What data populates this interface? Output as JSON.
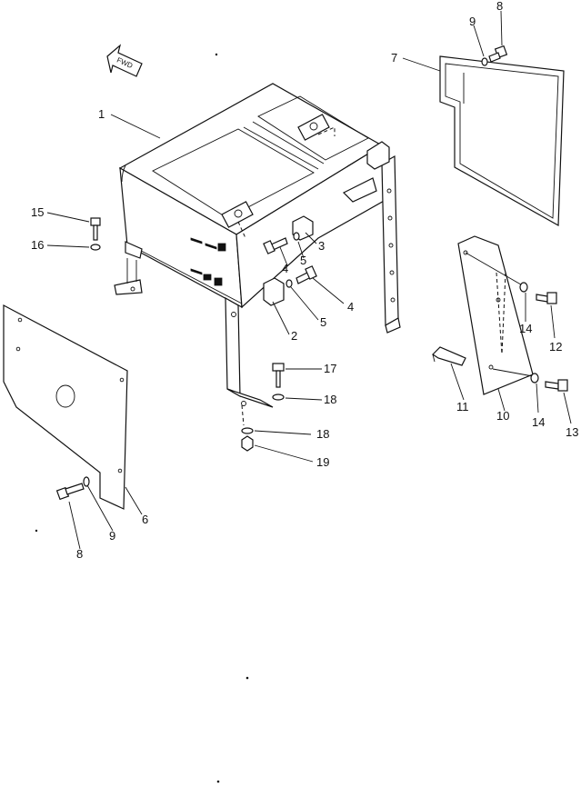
{
  "fwd_label": "FWD",
  "callouts": [
    {
      "id": "c1",
      "text": "1"
    },
    {
      "id": "c2",
      "text": "2"
    },
    {
      "id": "c3",
      "text": "3"
    },
    {
      "id": "c4a",
      "text": "4"
    },
    {
      "id": "c4b",
      "text": "4"
    },
    {
      "id": "c5a",
      "text": "5"
    },
    {
      "id": "c5b",
      "text": "5"
    },
    {
      "id": "c6",
      "text": "6"
    },
    {
      "id": "c7",
      "text": "7"
    },
    {
      "id": "c8a",
      "text": "8"
    },
    {
      "id": "c8b",
      "text": "8"
    },
    {
      "id": "c9a",
      "text": "9"
    },
    {
      "id": "c9b",
      "text": "9"
    },
    {
      "id": "c10",
      "text": "10"
    },
    {
      "id": "c11",
      "text": "11"
    },
    {
      "id": "c12",
      "text": "12"
    },
    {
      "id": "c13",
      "text": "13"
    },
    {
      "id": "c14a",
      "text": "14"
    },
    {
      "id": "c14b",
      "text": "14"
    },
    {
      "id": "c15",
      "text": "15"
    },
    {
      "id": "c16",
      "text": "16"
    },
    {
      "id": "c17",
      "text": "17"
    },
    {
      "id": "c18a",
      "text": "18"
    },
    {
      "id": "c18b",
      "text": "18"
    },
    {
      "id": "c19",
      "text": "19"
    }
  ]
}
